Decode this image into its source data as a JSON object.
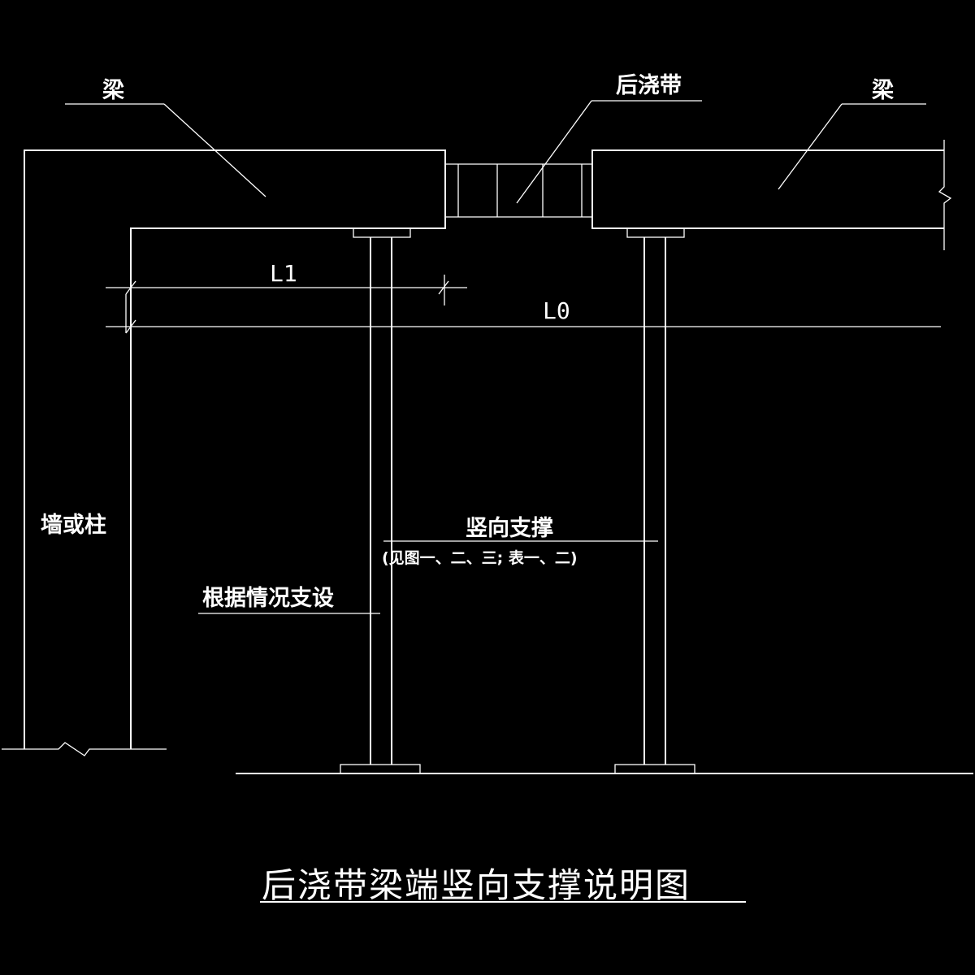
{
  "labels": {
    "beam_left": "梁",
    "post_pour_strip": "后浇带",
    "beam_right": "梁",
    "dimension_l1": "L1",
    "dimension_l0": "L0",
    "wall_or_column": "墙或柱",
    "vertical_support": "竖向支撑",
    "vertical_support_note": "(见图一、二、三; 表一、二)",
    "install_as_needed": "根据情况支设"
  },
  "title": "后浇带梁端竖向支撑说明图",
  "colors": {
    "background": "#000000",
    "line": "#ffffff"
  }
}
